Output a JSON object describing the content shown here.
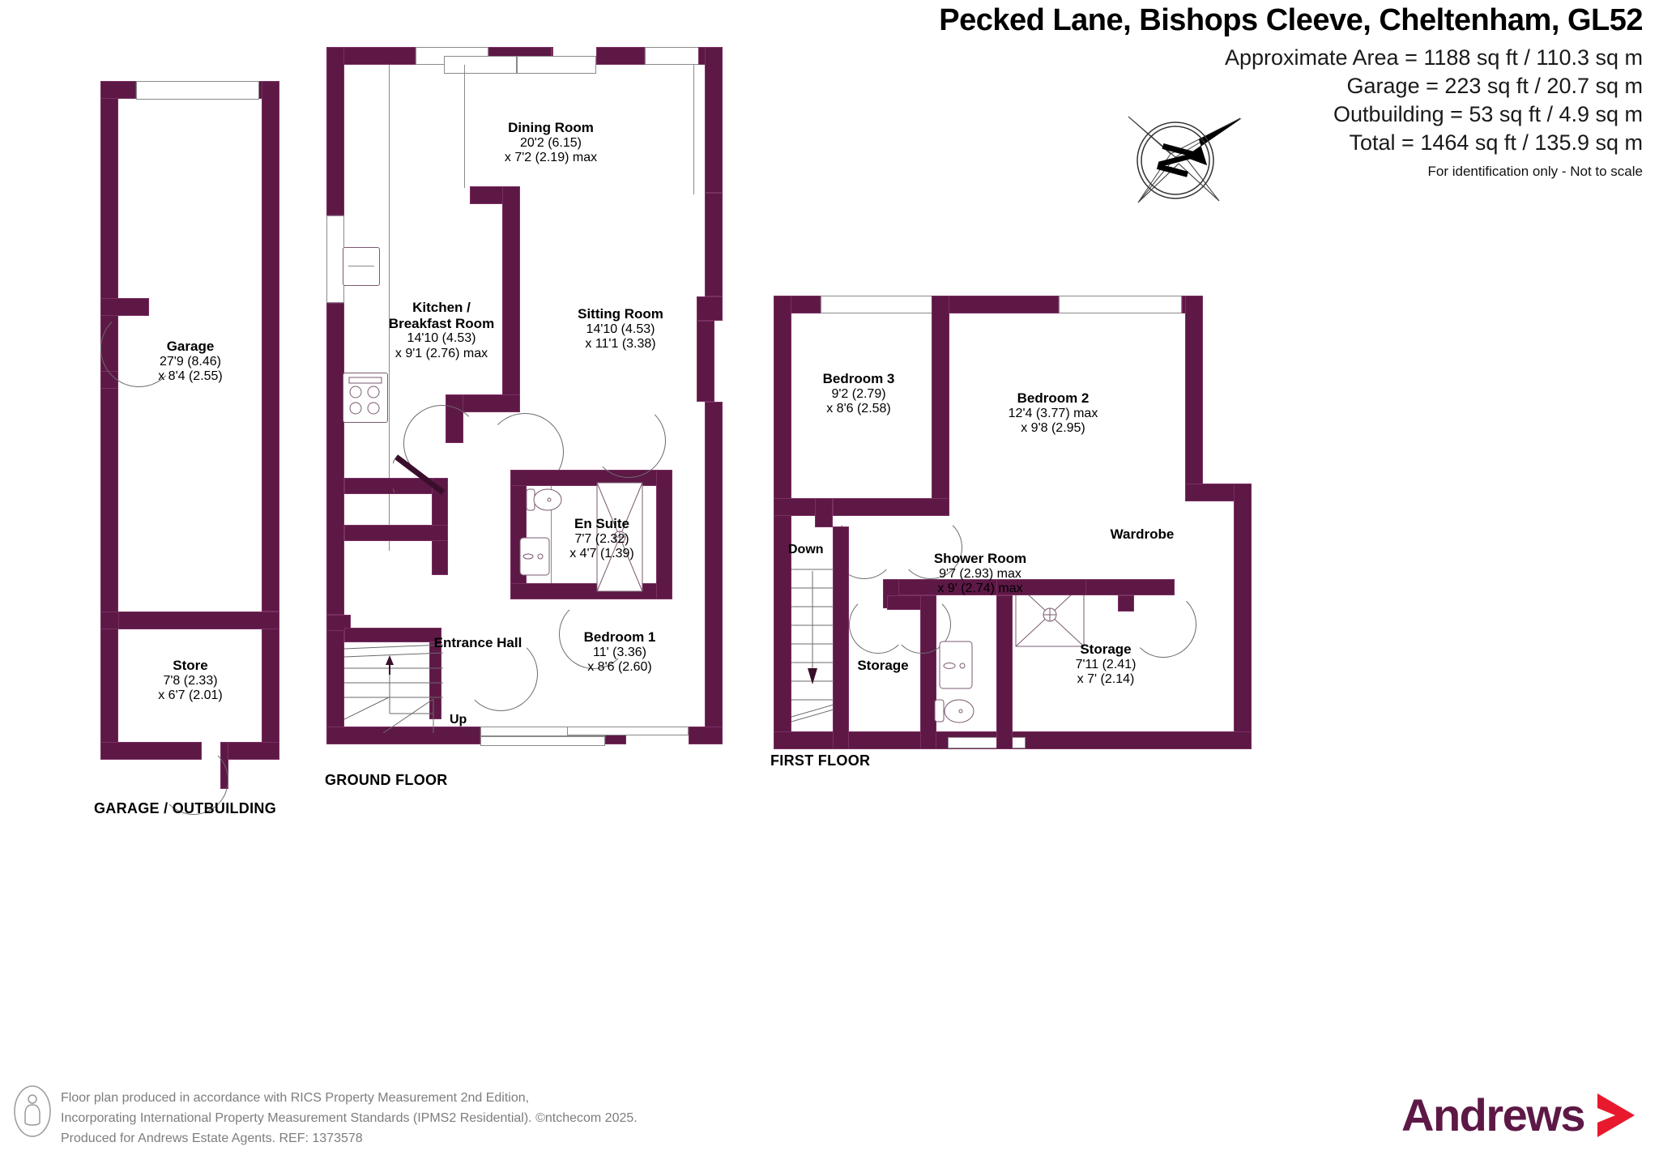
{
  "header": {
    "title": "Pecked Lane, Bishops Cleeve, Cheltenham, GL52",
    "area_lines": [
      "Approximate Area = 1188 sq ft / 110.3 sq m",
      "Garage = 223 sq ft / 20.7 sq m",
      "Outbuilding = 53 sq ft / 4.9 sq m",
      "Total = 1464 sq ft / 135.9 sq m"
    ],
    "disclaimer": "For identification only - Not to scale",
    "compass_letter": "N"
  },
  "colors": {
    "wall": "#5d1846",
    "brand_purple": "#5d1846",
    "brand_red": "#e8192c",
    "footer_text": "#7d7d7d"
  },
  "floors": {
    "garage_outbuilding": {
      "caption": "GARAGE / OUTBUILDING",
      "rooms": [
        {
          "name": "Garage",
          "dim1": "27'9 (8.46)",
          "dim2": "x 8'4 (2.55)"
        },
        {
          "name": "Store",
          "dim1": "7'8 (2.33)",
          "dim2": "x 6'7 (2.01)"
        }
      ]
    },
    "ground": {
      "caption": "GROUND FLOOR",
      "stair_label": "Up",
      "rooms": [
        {
          "name": "Dining Room",
          "dim1": "20'2 (6.15)",
          "dim2": "x 7'2 (2.19) max"
        },
        {
          "name": "Kitchen /",
          "name2": "Breakfast Room",
          "dim1": "14'10 (4.53)",
          "dim2": "x 9'1 (2.76) max"
        },
        {
          "name": "Sitting Room",
          "dim1": "14'10 (4.53)",
          "dim2": "x 11'1 (3.38)"
        },
        {
          "name": "En Suite",
          "dim1": "7'7 (2.32)",
          "dim2": "x 4'7 (1.39)"
        },
        {
          "name": "Bedroom 1",
          "dim1": "11' (3.36)",
          "dim2": "x 8'6 (2.60)"
        },
        {
          "name": "Entrance Hall",
          "dim1": "",
          "dim2": ""
        }
      ]
    },
    "first": {
      "caption": "FIRST FLOOR",
      "stair_label": "Down",
      "rooms": [
        {
          "name": "Bedroom 3",
          "dim1": "9'2 (2.79)",
          "dim2": "x 8'6 (2.58)"
        },
        {
          "name": "Bedroom 2",
          "dim1": "12'4 (3.77) max",
          "dim2": "x 9'8 (2.95)"
        },
        {
          "name": "Shower Room",
          "dim1": "9'7 (2.93) max",
          "dim2": "x 9' (2.74) max"
        },
        {
          "name": "Wardrobe",
          "dim1": "",
          "dim2": ""
        },
        {
          "name": "Storage",
          "dim1": "",
          "dim2": ""
        },
        {
          "name": "Storage",
          "dim1": "7'11 (2.41)",
          "dim2": "x 7' (2.14)"
        }
      ]
    }
  },
  "footer": {
    "line1": "Floor plan produced in accordance with RICS Property Measurement 2nd Edition,",
    "line2": "Incorporating International Property Measurement Standards (IPMS2 Residential).   ©ntchecom 2025.",
    "line3": "Produced for Andrews Estate Agents.   REF: 1373578",
    "brand": "Andrews"
  }
}
